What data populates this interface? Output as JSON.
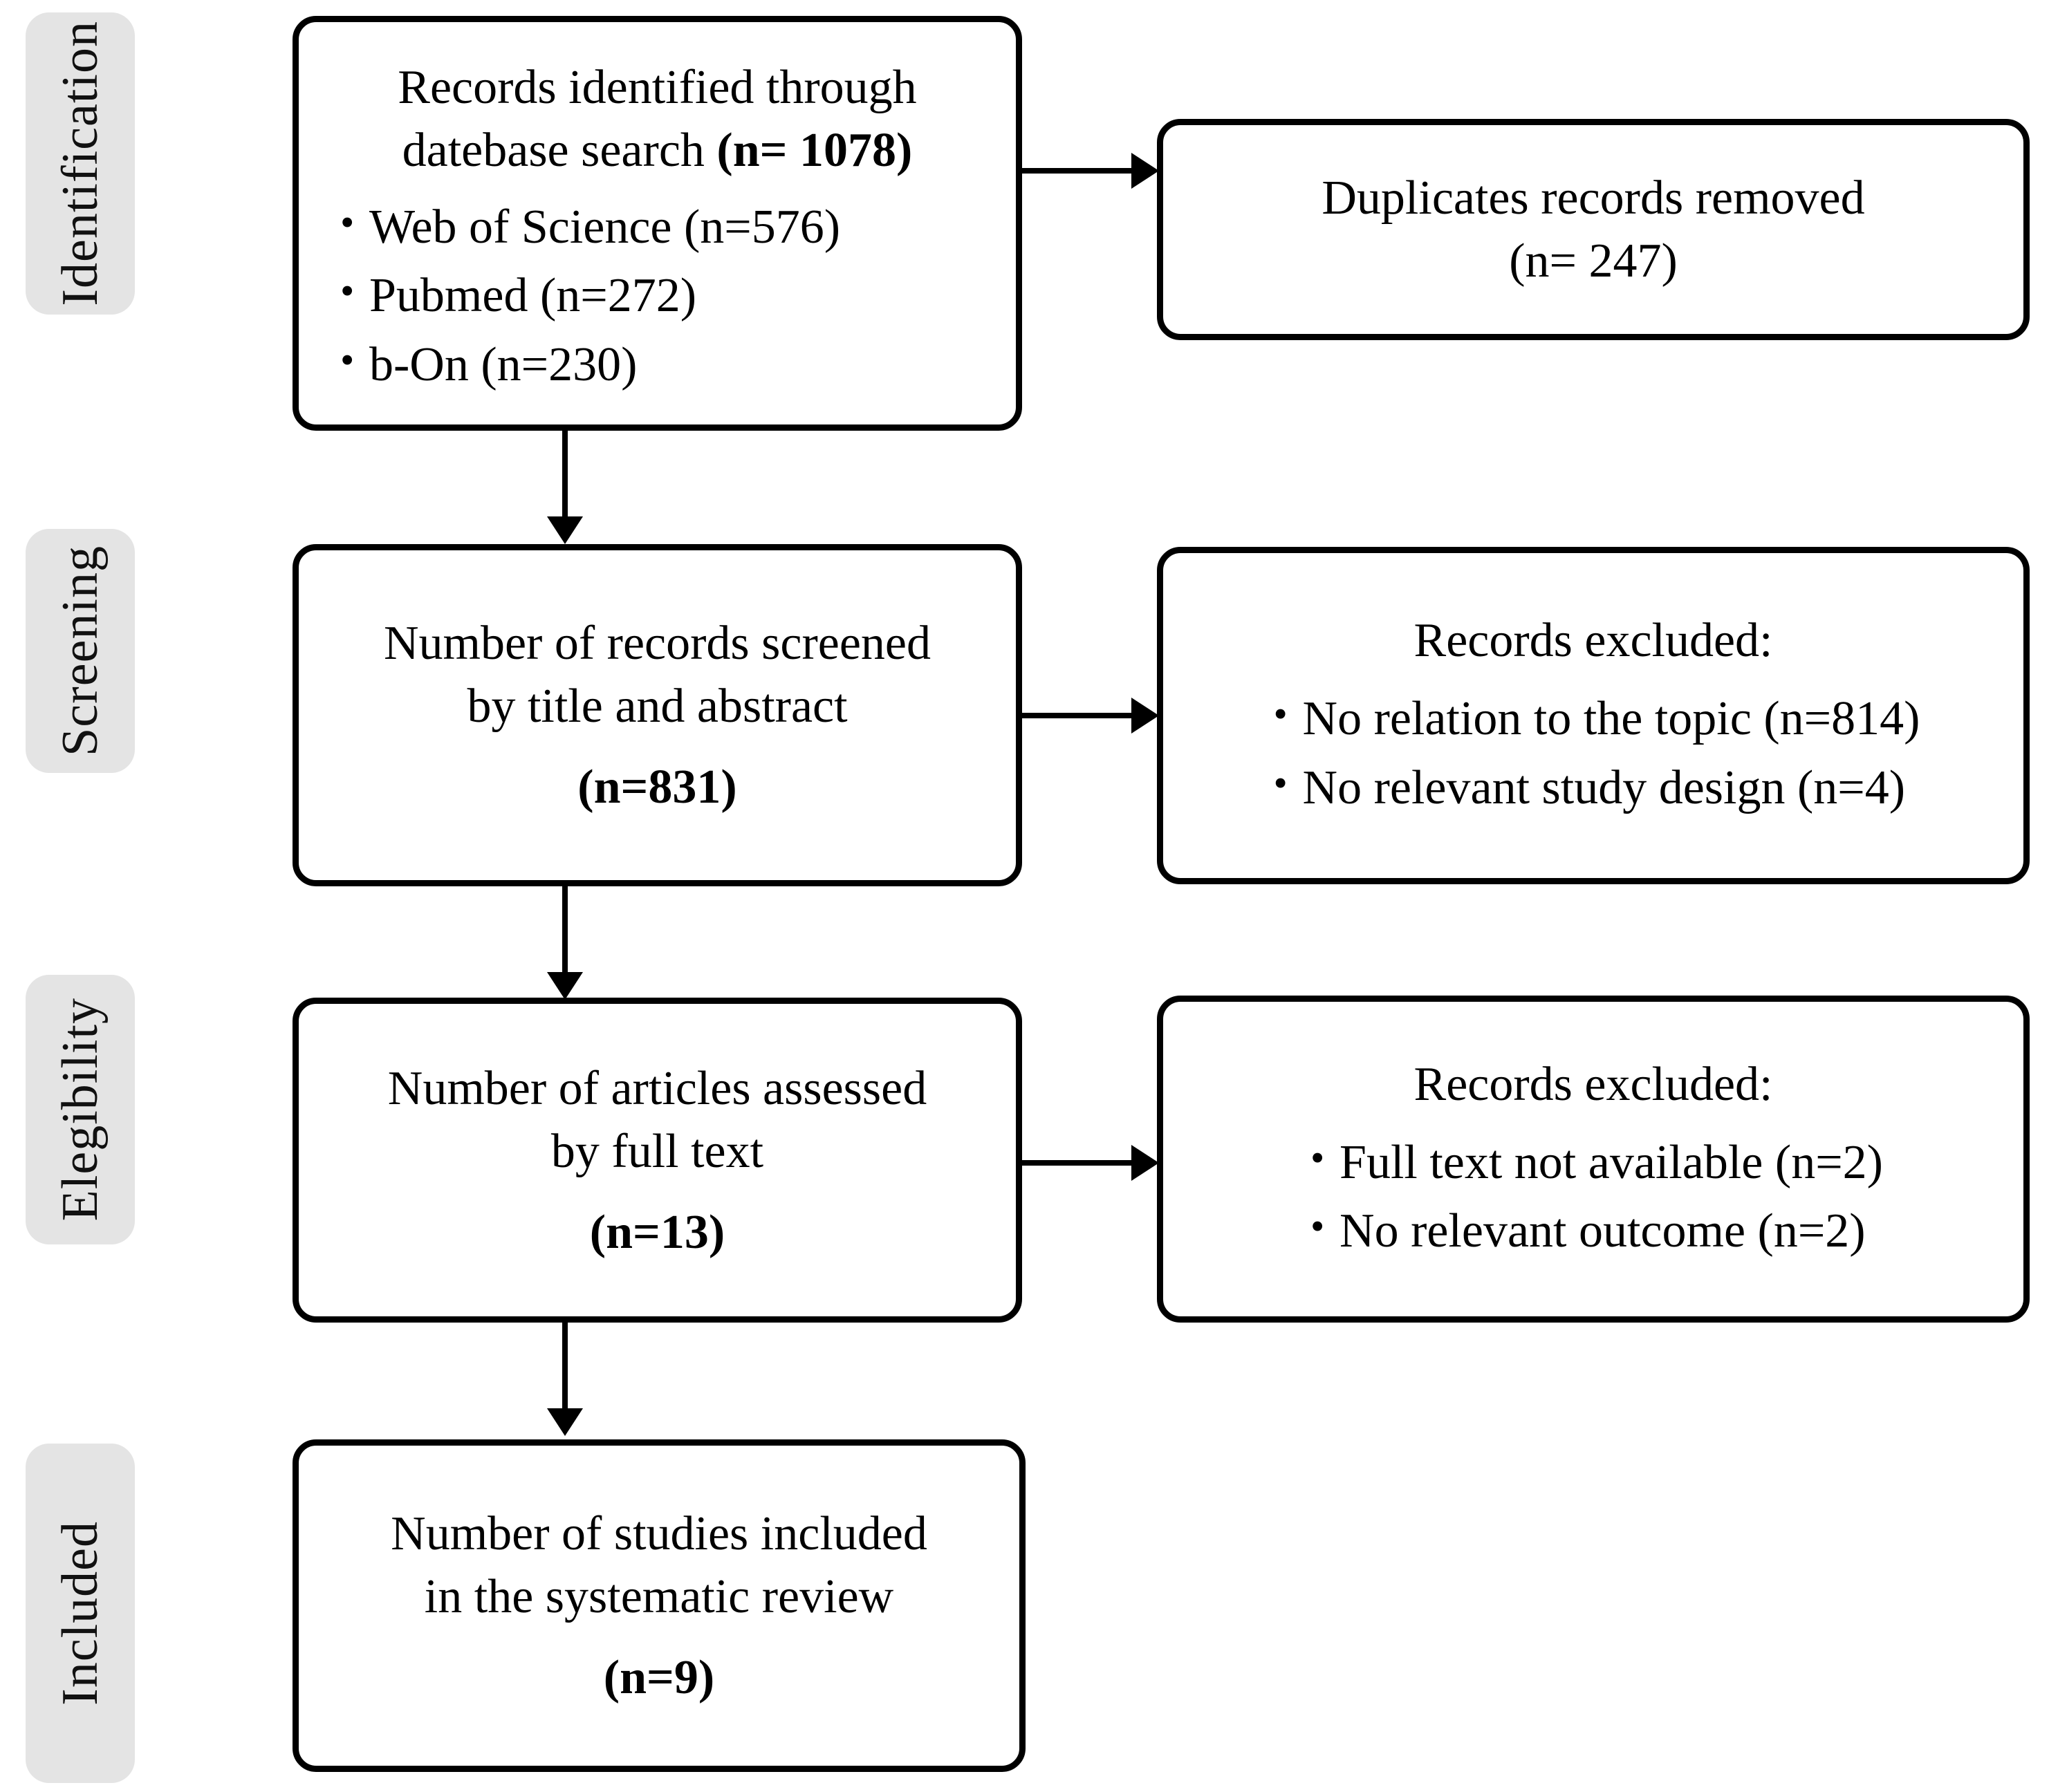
{
  "diagram": {
    "type": "prisma-flow-diagram",
    "title": "PRISMA study selection flow diagram",
    "stages": [
      {
        "id": "identification",
        "label": "Identification"
      },
      {
        "id": "screening",
        "label": "Screening"
      },
      {
        "id": "elegibility",
        "label": "Elegibility"
      },
      {
        "id": "included",
        "label": "Included"
      }
    ],
    "boxes": {
      "identified": {
        "line1": "Records identified through",
        "line2_prefix": "datebase search ",
        "line2_bold": "(n= 1078)",
        "bullets": [
          "Web of Science (n=576)",
          "Pubmed (n=272)",
          "b-On (n=230)"
        ]
      },
      "duplicates": {
        "line1": "Duplicates records removed",
        "line2": "(n= 247)"
      },
      "screened": {
        "line1": "Number of records screened",
        "line2": "by title and abstract",
        "line3_bold": "(n=831)"
      },
      "excluded_screening": {
        "title": "Records excluded:",
        "bullets": [
          "No relation to the topic (n=814)",
          "No relevant study design (n=4)"
        ]
      },
      "fulltext": {
        "line1": "Number of articles assessed",
        "line2": "by full text",
        "line3_bold": "(n=13)"
      },
      "excluded_eligibility": {
        "title": "Records excluded:",
        "bullets": [
          "Full text not available (n=2)",
          "No relevant outcome (n=2)"
        ]
      },
      "included": {
        "line1": "Number of studies included",
        "line2": "in the systematic review",
        "line3_bold": "(n=9)"
      }
    },
    "counts": {
      "records_identified_total": 1078,
      "web_of_science": 576,
      "pubmed": 272,
      "b_on": 230,
      "duplicates_removed": 247,
      "records_screened": 831,
      "excluded_no_relation": 814,
      "excluded_no_relevant_design": 4,
      "articles_full_text": 13,
      "excluded_full_text_unavailable": 2,
      "excluded_no_relevant_outcome": 2,
      "studies_included": 9
    },
    "colors": {
      "background": "#ffffff",
      "box_border": "#000000",
      "box_fill": "#ffffff",
      "stage_pill_fill": "#e4e4e4",
      "text": "#000000",
      "connector": "#000000"
    }
  }
}
